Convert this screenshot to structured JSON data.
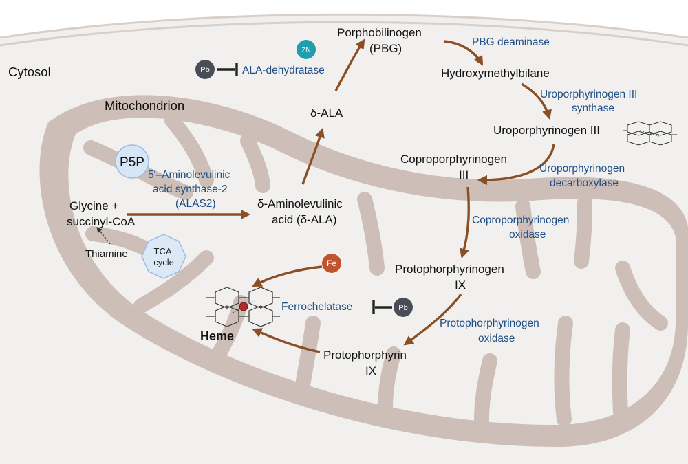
{
  "colors": {
    "cytosol_bg": "#f1f0ef",
    "membrane": "#cdbfb7",
    "mito_matrix": "#f1f0ef",
    "arrow": "#8a4f24",
    "enzyme_text": "#1f4f86",
    "pb_badge": "#4a4d57",
    "zn_badge": "#1f9fae",
    "fe_badge": "#c2532f",
    "p5p_fill": "#d6e6f7",
    "tca_fill": "#dbe8f6"
  },
  "labels": {
    "cytosol": "Cytosol",
    "mitochondrion": "Mitochondrion",
    "glycine": [
      "Glycine +",
      "succinyl-CoA"
    ],
    "thiamine": "Thiamine",
    "tca": [
      "TCA",
      "cycle"
    ],
    "p5p": "P5P",
    "alas2": [
      "5'–Aminolevulinic",
      "acid synthase-2",
      "(ALAS2)"
    ],
    "ala_mito": [
      "δ-Aminolevulinic",
      "acid (δ-ALA)"
    ],
    "ala_cyto": "δ-ALA",
    "pbg": [
      "Porphobilinogen",
      "(PBG)"
    ],
    "ala_dehydratase": "ALA-dehydratase",
    "pb": "Pb",
    "zn": "ZN",
    "fe": "Fe",
    "pbg_deaminase": "PBG deaminase",
    "hmb": "Hydroxymethylbilane",
    "uro_synthase": [
      "Uroporphyrinogen III",
      "synthase"
    ],
    "uro3": "Uroporphyrinogen III",
    "uro_decarb": [
      "Uroporphyrinogen",
      "decarboxylase"
    ],
    "copro3": [
      "Coproporphyrinogen",
      "III"
    ],
    "copro_oxidase": [
      "Coproporphyrinogen",
      "oxidase"
    ],
    "protogen": [
      "Protophorphyrinogen",
      "IX"
    ],
    "protogen_oxidase": [
      "Protophorphyrinogen",
      "oxidase"
    ],
    "proto": [
      "Protophorphyrin",
      "IX"
    ],
    "ferrochelatase": "Ferrochelatase",
    "heme": "Heme"
  }
}
